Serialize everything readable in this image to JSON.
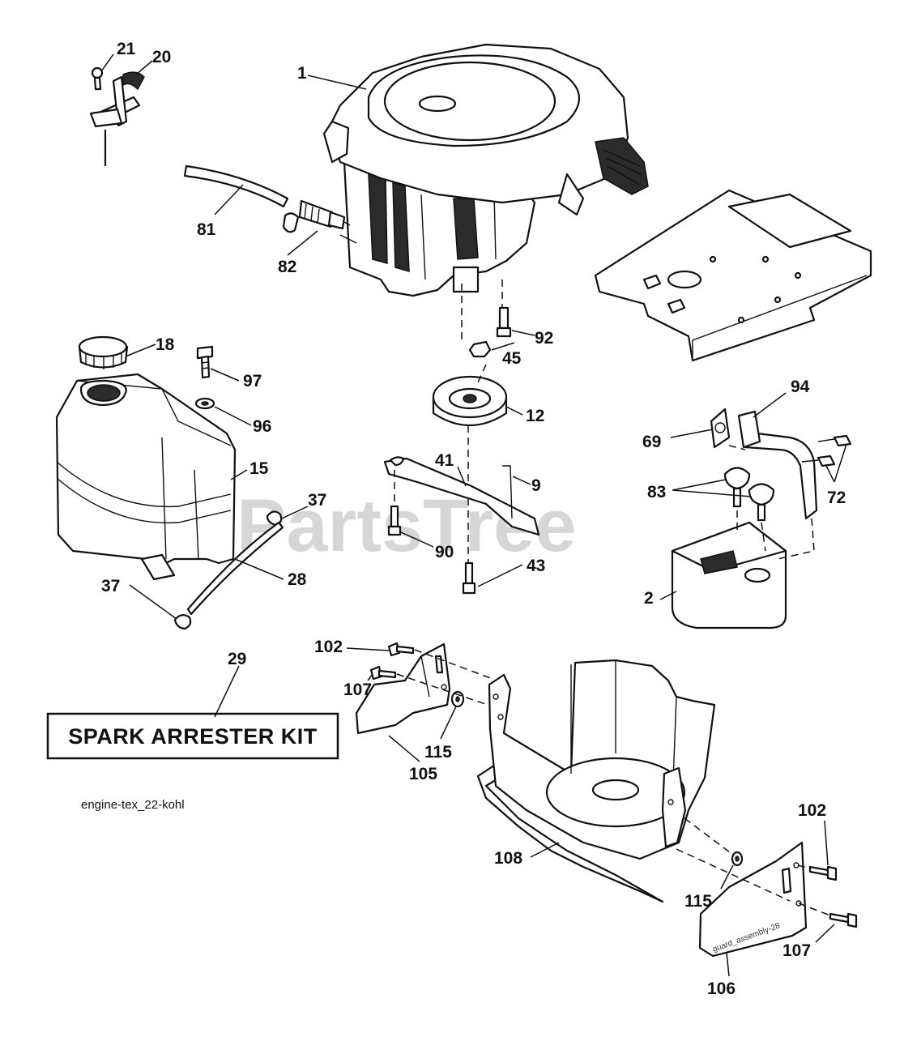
{
  "watermark": "PartsTree",
  "kit_label": "SPARK ARRESTER KIT",
  "drawing_code": "engine-tex_22-kohl",
  "plate_text": "guard_assembly-28",
  "callouts": {
    "c1": "1",
    "c2": "2",
    "c9": "9",
    "c12": "12",
    "c15": "15",
    "c18": "18",
    "c20": "20",
    "c21": "21",
    "c28": "28",
    "c29": "29",
    "c37a": "37",
    "c37b": "37",
    "c41": "41",
    "c43": "43",
    "c45": "45",
    "c69": "69",
    "c72": "72",
    "c81": "81",
    "c82": "82",
    "c83": "83",
    "c90": "90",
    "c92": "92",
    "c94": "94",
    "c96": "96",
    "c97": "97",
    "c102a": "102",
    "c102b": "102",
    "c105": "105",
    "c106": "106",
    "c107a": "107",
    "c107b": "107",
    "c108": "108",
    "c115a": "115",
    "c115b": "115"
  }
}
